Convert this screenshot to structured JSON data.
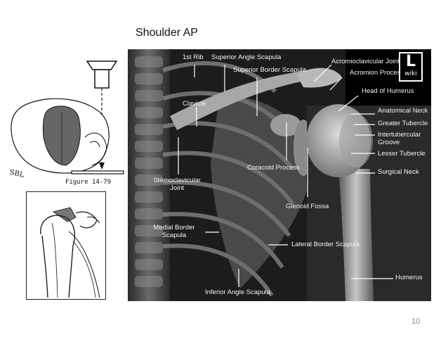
{
  "slide": {
    "title": "Shoulder AP",
    "page_number": "10"
  },
  "figure": {
    "caption": "Figure 14-79",
    "sbl_mark": "SBL"
  },
  "logo": {
    "letter": "L",
    "text": "wiki"
  },
  "xray_labels": {
    "first_rib": "1st Rib",
    "superior_angle_scapula": "Superior Angle Scapula",
    "superior_border_scapula": "Superior Border Scapula",
    "acromioclavicular_joint": "Acromioclavicular Joint",
    "acromion_process": "Acromion Process",
    "head_of_humerus": "Head of Humerus",
    "clavicle": "Clavicle",
    "anatomical_neck": "Anatomical Neck",
    "greater_tubercle": "Greater Tubercle",
    "intertubercular_groove_1": "Intertubercular",
    "intertubercular_groove_2": "Groove",
    "lesser_tubercle": "Lesser Tubercle",
    "coracoid_process": "Coracoid Process",
    "surgical_neck": "Surgical Neck",
    "sternoclavicular_joint_1": "Sternoclavicular",
    "sternoclavicular_joint_2": "Joint",
    "glenoid_fossa": "Glenoid Fossa",
    "medial_border_scapula_1": "Medial Border",
    "medial_border_scapula_2": "Scapula",
    "lateral_border_scapula": "Lateral Border Scapula",
    "humerus": "Humerus",
    "inferior_angle_scapula": "Inferior Angle Scapula"
  }
}
